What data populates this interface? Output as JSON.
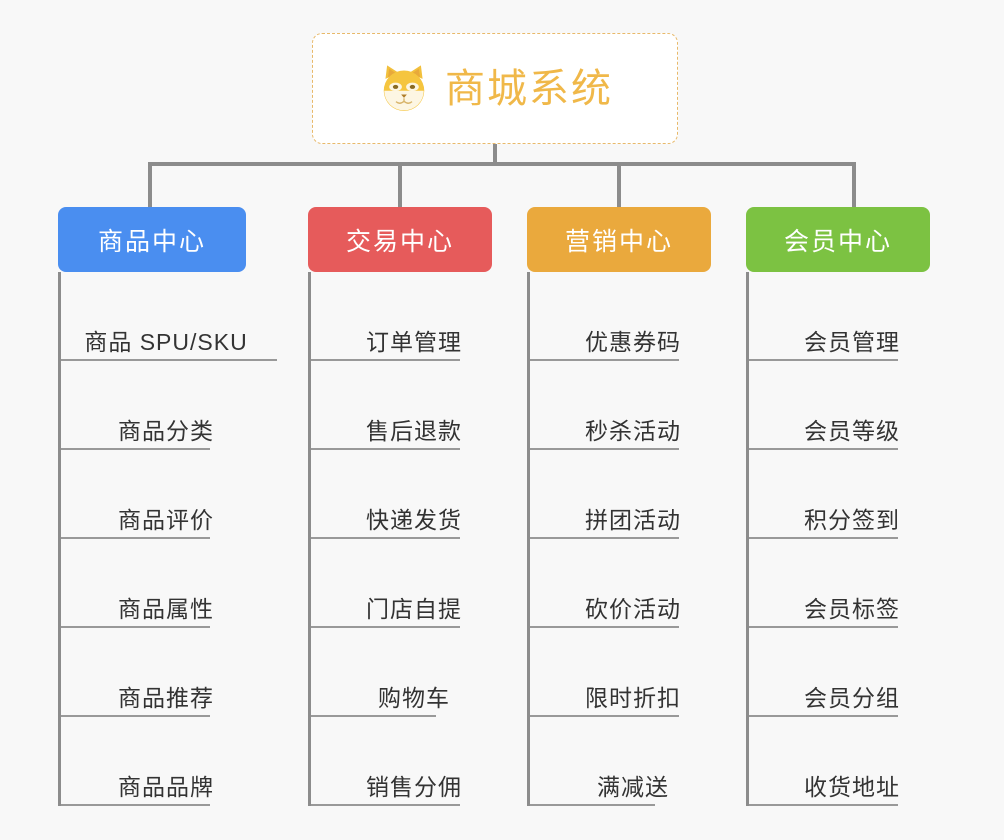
{
  "background_color": "#f8f8f8",
  "root": {
    "icon": "shiba-dog-face-icon",
    "title": "商城系统",
    "text_color": "#f0b849",
    "border_color": "#e8b96a",
    "background": "#ffffff"
  },
  "connector_color": "#8c8c8c",
  "branches": [
    {
      "label": "商品中心",
      "color": "#4a8ef0",
      "leaves": [
        "商品 SPU/SKU",
        "商品分类",
        "商品评价",
        "商品属性",
        "商品推荐",
        "商品品牌"
      ]
    },
    {
      "label": "交易中心",
      "color": "#e65b5b",
      "leaves": [
        "订单管理",
        "售后退款",
        "快递发货",
        "门店自提",
        "购物车",
        "销售分佣"
      ]
    },
    {
      "label": "营销中心",
      "color": "#eaa93d",
      "leaves": [
        "优惠券码",
        "秒杀活动",
        "拼团活动",
        "砍价活动",
        "限时折扣",
        "满减送"
      ]
    },
    {
      "label": "会员中心",
      "color": "#7cc242",
      "leaves": [
        "会员管理",
        "会员等级",
        "积分签到",
        "会员标签",
        "会员分组",
        "收货地址"
      ]
    }
  ]
}
